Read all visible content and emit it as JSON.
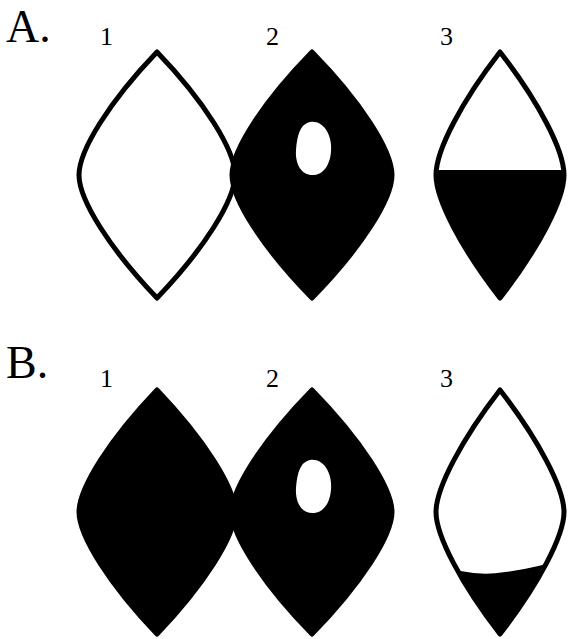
{
  "diagram": {
    "labels": [
      "A.",
      "1",
      "2",
      "3",
      "B.",
      "1",
      "2",
      "3"
    ]
  }
}
